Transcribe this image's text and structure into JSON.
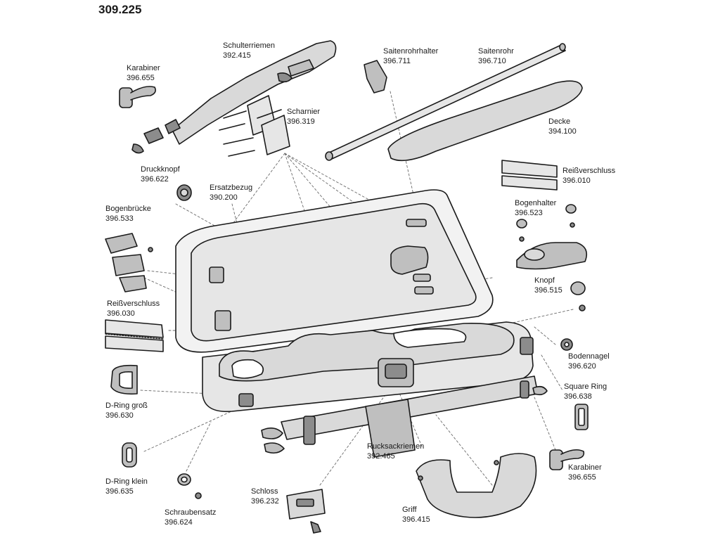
{
  "title": "309.225",
  "parts": {
    "schulterriemen": {
      "name": "Schulterriemen",
      "number": "392.415"
    },
    "saitenrohrhalter": {
      "name": "Saitenrohrhalter",
      "number": "396.711"
    },
    "saitenrohr": {
      "name": "Saitenrohr",
      "number": "396.710"
    },
    "karabiner_top": {
      "name": "Karabiner",
      "number": "396.655"
    },
    "scharnier": {
      "name": "Scharnier",
      "number": "396.319"
    },
    "decke": {
      "name": "Decke",
      "number": "394.100"
    },
    "druckknopf": {
      "name": "Druckknopf",
      "number": "396.622"
    },
    "ersatzbezug": {
      "name": "Ersatzbezug",
      "number": "390.200"
    },
    "reissverschluss_right": {
      "name": "Reißverschluss",
      "number": "396.010"
    },
    "bogenhalter": {
      "name": "Bogenhalter",
      "number": "396.523"
    },
    "bogenbruecke": {
      "name": "Bogenbrücke",
      "number": "396.533"
    },
    "knopf": {
      "name": "Knopf",
      "number": "396.515"
    },
    "reissverschluss_left": {
      "name": "Reißverschluss",
      "number": "396.030"
    },
    "bodennagel": {
      "name": "Bodennagel",
      "number": "396.620"
    },
    "square_ring": {
      "name": "Square Ring",
      "number": "396.638"
    },
    "d_ring_gross": {
      "name": "D-Ring groß",
      "number": "396.630"
    },
    "rucksackriemen": {
      "name": "Rucksackriemen",
      "number": "392.465"
    },
    "d_ring_klein": {
      "name": "D-Ring klein",
      "number": "396.635"
    },
    "karabiner_bottom": {
      "name": "Karabiner",
      "number": "396.655"
    },
    "schloss": {
      "name": "Schloss",
      "number": "396.232"
    },
    "schraubensatz": {
      "name": "Schraubensatz",
      "number": "396.624"
    },
    "griff": {
      "name": "Griff",
      "number": "396.415"
    }
  },
  "colors": {
    "line": "#1a1a1a",
    "fill_light": "#d9d9d9",
    "fill_mid": "#bfbfbf",
    "fill_dark": "#8c8c8c",
    "leader": "#6a6a6a"
  }
}
